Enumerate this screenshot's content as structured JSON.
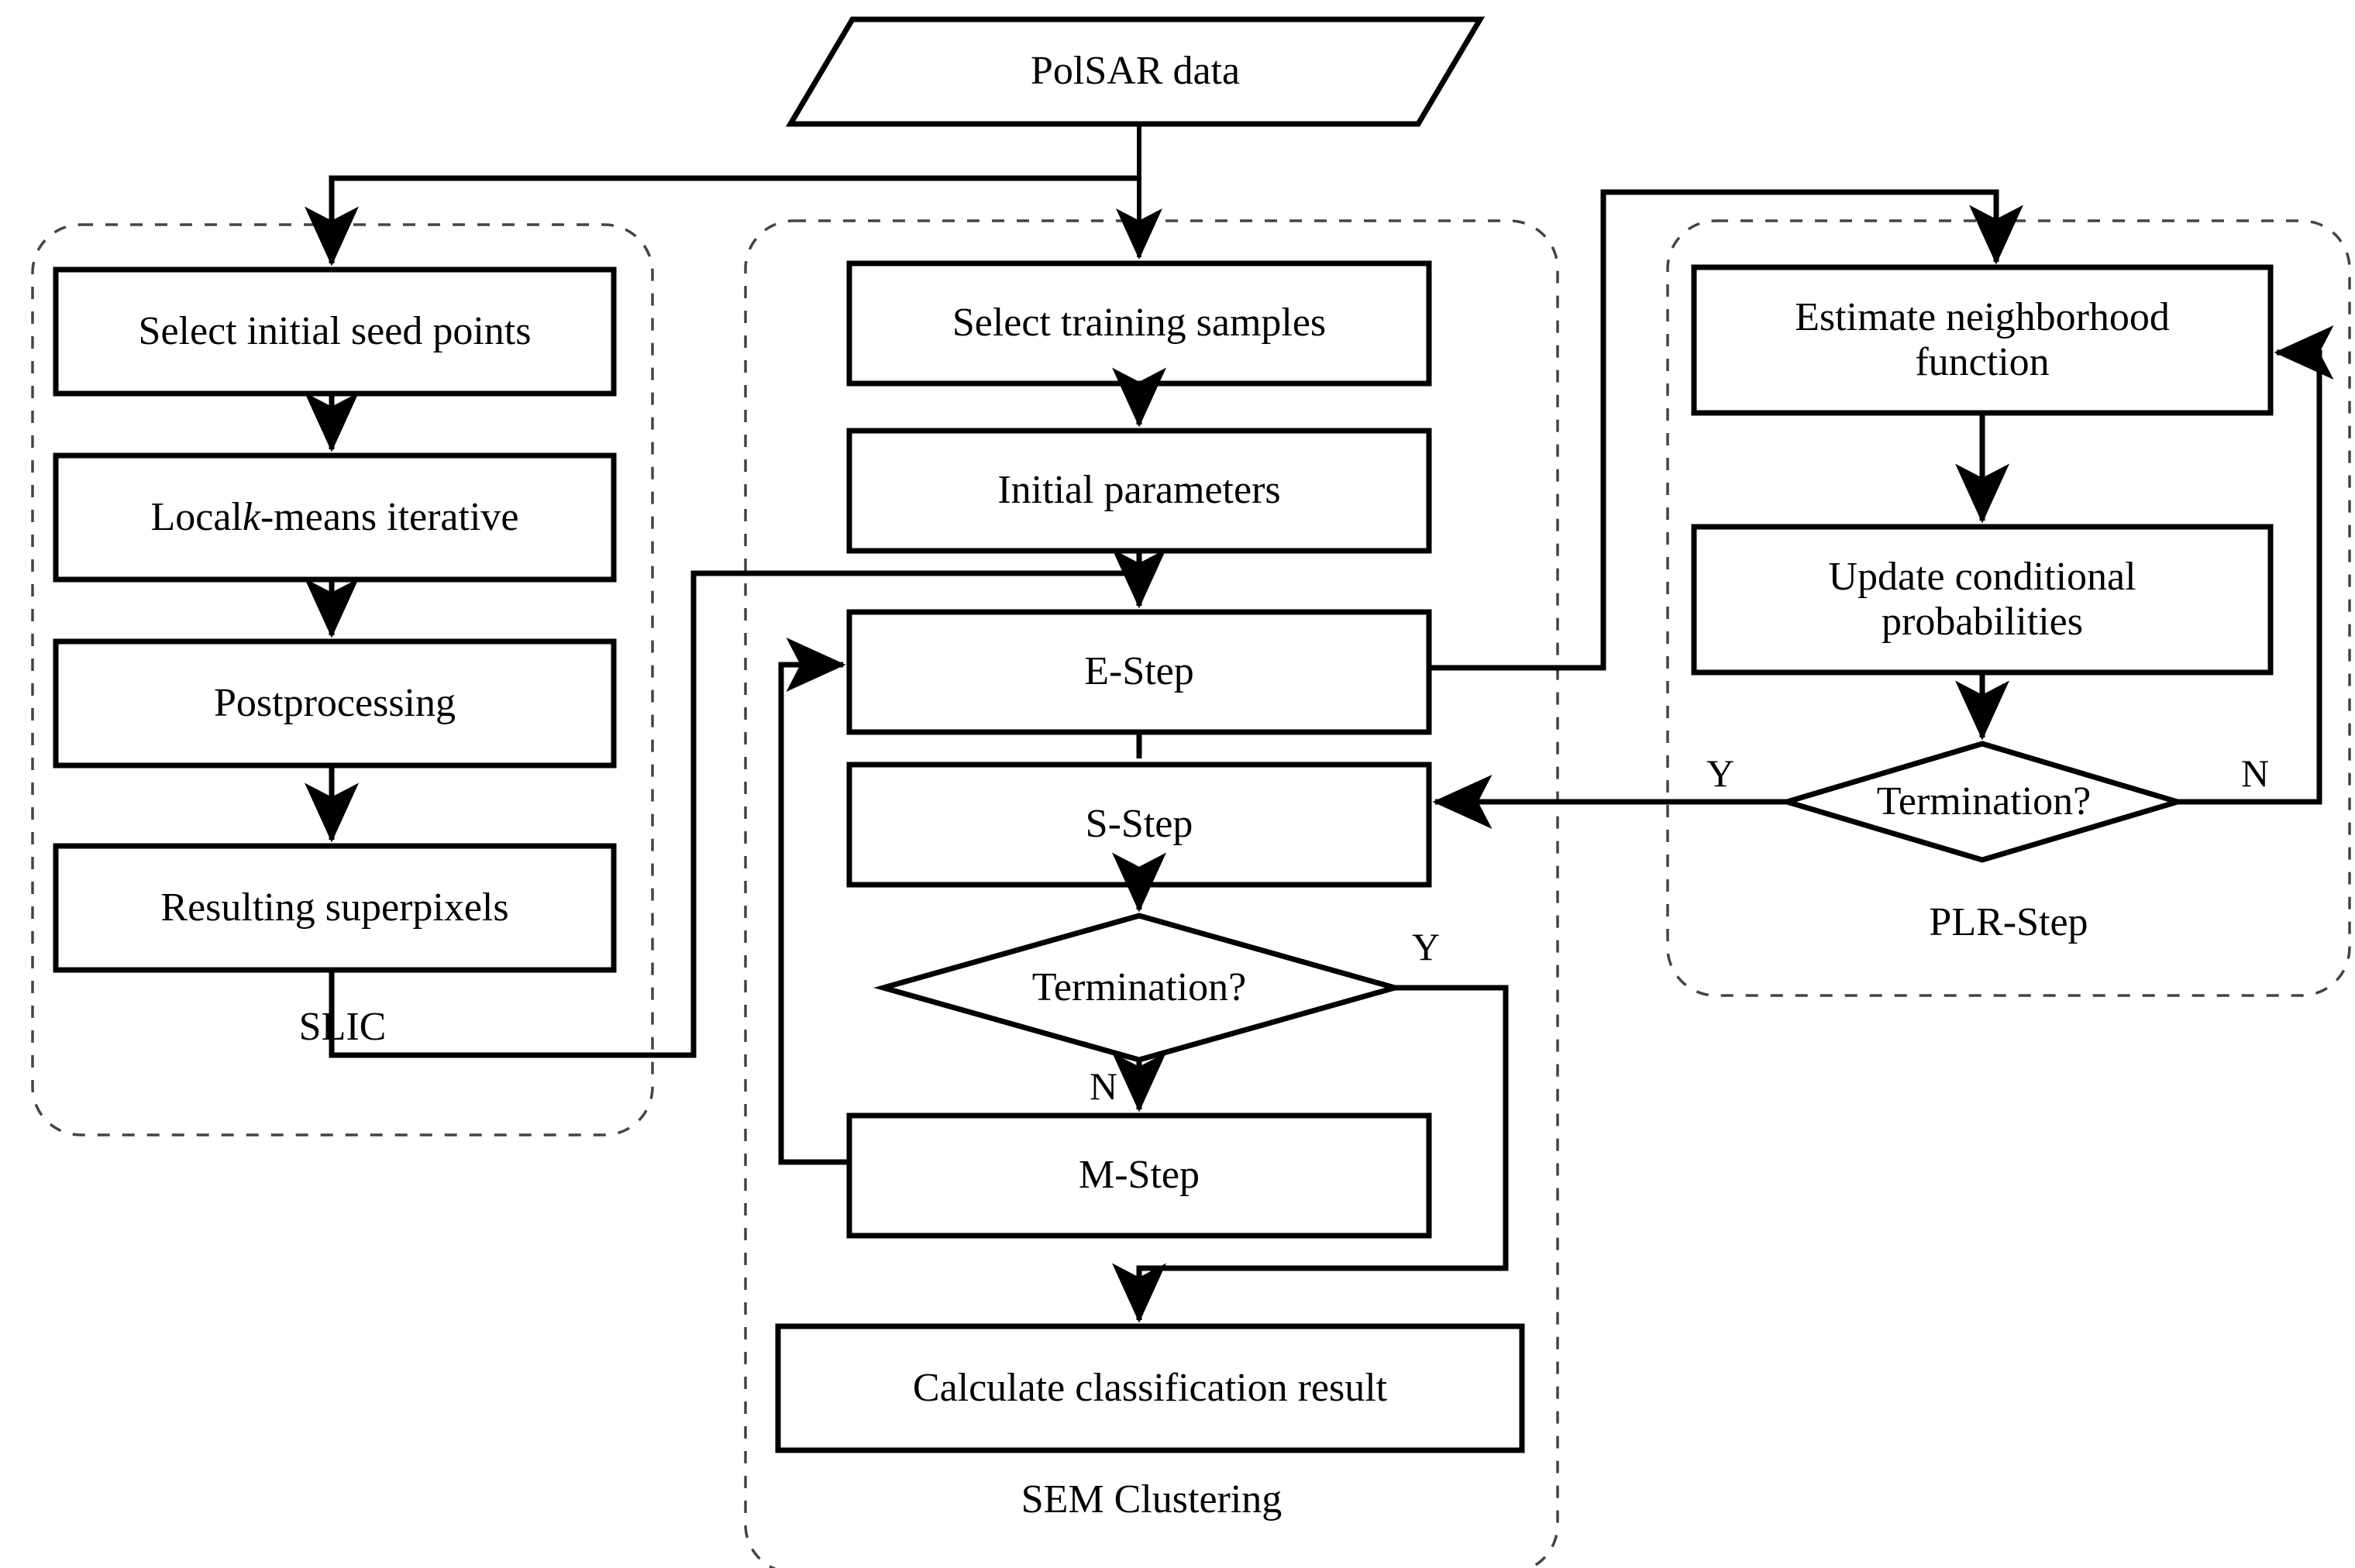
{
  "diagram": {
    "title_node": {
      "label": "PolSAR data",
      "shape": "parallelogram"
    },
    "groups": [
      {
        "id": "slic",
        "label": "SLIC"
      },
      {
        "id": "sem",
        "label": "SEM Clustering"
      },
      {
        "id": "plr",
        "label": "PLR-Step"
      }
    ],
    "slic_nodes": [
      {
        "id": "seed",
        "label": "Select initial seed points",
        "shape": "rect"
      },
      {
        "id": "kmeans_pre",
        "label": "Local ",
        "shape": "rect"
      },
      {
        "id": "kmeans_ital",
        "label": "k",
        "shape": "rect"
      },
      {
        "id": "kmeans_post",
        "label": "-means iterative",
        "shape": "rect"
      },
      {
        "id": "postproc",
        "label": "Postprocessing",
        "shape": "rect"
      },
      {
        "id": "superpix",
        "label": "Resulting superpixels",
        "shape": "rect"
      }
    ],
    "sem_nodes": [
      {
        "id": "train",
        "label": "Select training samples",
        "shape": "rect"
      },
      {
        "id": "initpar",
        "label": "Initial parameters",
        "shape": "rect"
      },
      {
        "id": "estep",
        "label": "E-Step",
        "shape": "rect"
      },
      {
        "id": "sstep",
        "label": "S-Step",
        "shape": "rect"
      },
      {
        "id": "semterm",
        "label": "Termination?",
        "shape": "diamond"
      },
      {
        "id": "mstep",
        "label": "M-Step",
        "shape": "rect"
      },
      {
        "id": "calc",
        "label": "Calculate classification result",
        "shape": "rect"
      }
    ],
    "plr_nodes": [
      {
        "id": "estneigh",
        "label": "Estimate neighborhood\nfunction",
        "shape": "rect"
      },
      {
        "id": "updcond",
        "label": "Update conditional\nprobabilities",
        "shape": "rect"
      },
      {
        "id": "plrterm",
        "label": "Termination?",
        "shape": "diamond"
      }
    ],
    "edge_labels": {
      "sem_term_yes": "Y",
      "sem_term_no": "N",
      "plr_term_yes": "Y",
      "plr_term_no": "N"
    },
    "colors": {
      "stroke": "#000000",
      "fill": "#ffffff",
      "group_border": "#555555"
    }
  }
}
